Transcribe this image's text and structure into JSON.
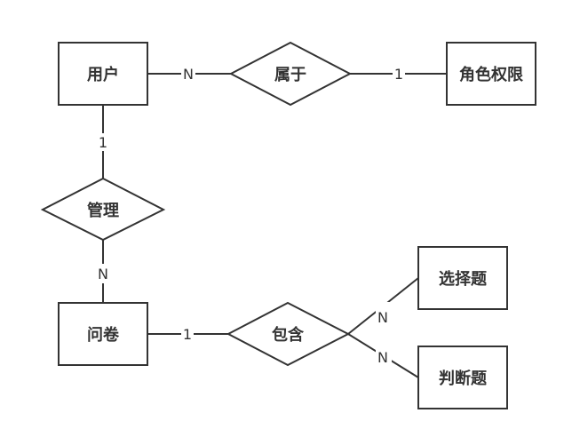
{
  "diagram": {
    "type": "ER diagram",
    "entities": {
      "user": "用户",
      "role_permission": "角色权限",
      "questionnaire": "问卷",
      "choice_question": "选择题",
      "judgment_question": "判断题"
    },
    "relationships": {
      "belongs_to": "属于",
      "manages": "管理",
      "contains": "包含"
    },
    "cardinalities": {
      "user_belongs": "N",
      "belongs_role": "1",
      "user_manages": "1",
      "manages_questionnaire": "N",
      "questionnaire_contains": "1",
      "contains_choice": "N",
      "contains_judgment": "N"
    },
    "colors": {
      "stroke": "#333333",
      "background": "#ffffff"
    }
  }
}
